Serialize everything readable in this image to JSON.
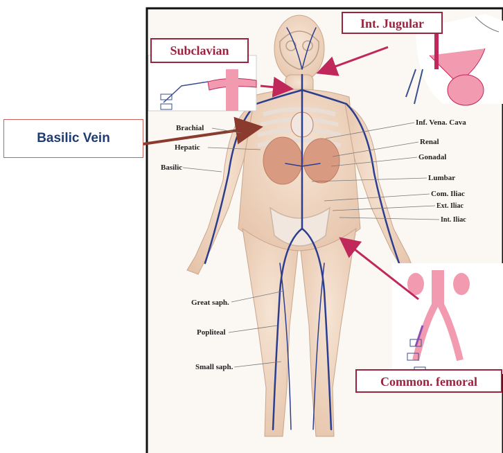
{
  "callout": {
    "label": "Basilic Vein"
  },
  "insets": {
    "subclavian": "Subclavian",
    "int_jugular": "Int. Jugular",
    "common_femoral": "Common. femoral"
  },
  "labels": {
    "brachial": "Brachial",
    "hepatic": "Hepatic",
    "basilic": "Basilic",
    "inf_vena_cava": "Inf. Vena. Cava",
    "renal": "Renal",
    "gonadal": "Gonadal",
    "lumbar": "Lumbar",
    "com_iliac": "Com. Iliac",
    "ext_iliac": "Ext. Iliac",
    "int_iliac": "Int. Iliac",
    "great_saph": "Great saph.",
    "popliteal": "Popliteal",
    "small_saph": "Small saph."
  },
  "colors": {
    "arrow": "#c0275a",
    "callout_arrow": "#8b3a2e",
    "inset_border": "#9a2440",
    "vein": "#2b3d8f",
    "skin": "#efd7c2",
    "organ": "#d99a82",
    "callout_text": "#1e3c72"
  }
}
